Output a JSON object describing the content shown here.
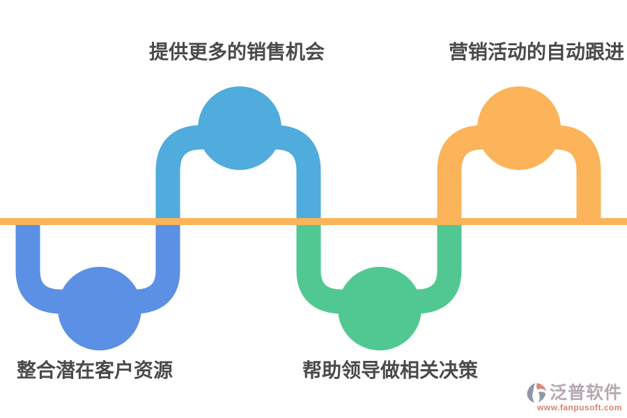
{
  "page": {
    "background": "#FFFFFF",
    "label_text_color": "#4A4A4A"
  },
  "divider": {
    "color": "#FBB459"
  },
  "wave": {
    "segments": [
      {
        "name": "trough-left",
        "color": "#5B90E4",
        "position": "below-line"
      },
      {
        "name": "crest-left",
        "color": "#4FACDC",
        "position": "above-line"
      },
      {
        "name": "trough-center",
        "color": "#51C892",
        "position": "below-line"
      },
      {
        "name": "crest-right",
        "color": "#FBB459",
        "position": "above-line"
      }
    ]
  },
  "labels": {
    "crest_left": "提供更多的销售机会",
    "crest_right": "营销活动的自动跟进",
    "trough_left": "整合潜在客户资源",
    "trough_center": "帮助领导做相关决策"
  },
  "watermark": {
    "brand": "泛普软件",
    "url": "www.fanpusoft.com",
    "brand_color": "#B5A8B0",
    "url_color": "#D4826E",
    "icon": "fanpu-logo-icon",
    "icon_colors": {
      "primary": "#8E98A8",
      "accent": "#D68C74"
    }
  }
}
